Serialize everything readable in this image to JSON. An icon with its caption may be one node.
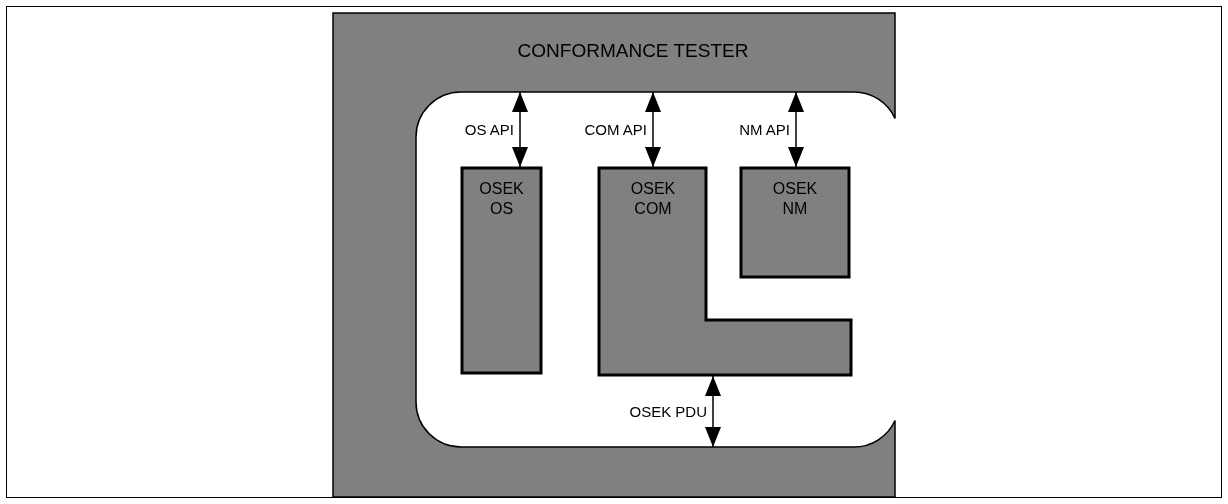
{
  "diagram": {
    "nodes": [
      {
        "text": [
          "CONFORMANCE TESTER"
        ]
      },
      {
        "text": [
          "OSEK OS"
        ]
      },
      {
        "text": [
          "OSEK COM"
        ]
      },
      {
        "text": [
          "OSEK NM"
        ]
      }
    ],
    "edges": [
      {
        "from": 0,
        "to": 1,
        "arrow": "both",
        "label": "OS API"
      },
      {
        "from": 0,
        "to": 2,
        "arrow": "both",
        "label": "COM API"
      },
      {
        "from": 0,
        "to": 3,
        "arrow": "both",
        "label": "NM API"
      },
      {
        "from": 2,
        "to": 0,
        "arrow": "both",
        "label": "OSEK PDU"
      }
    ]
  }
}
